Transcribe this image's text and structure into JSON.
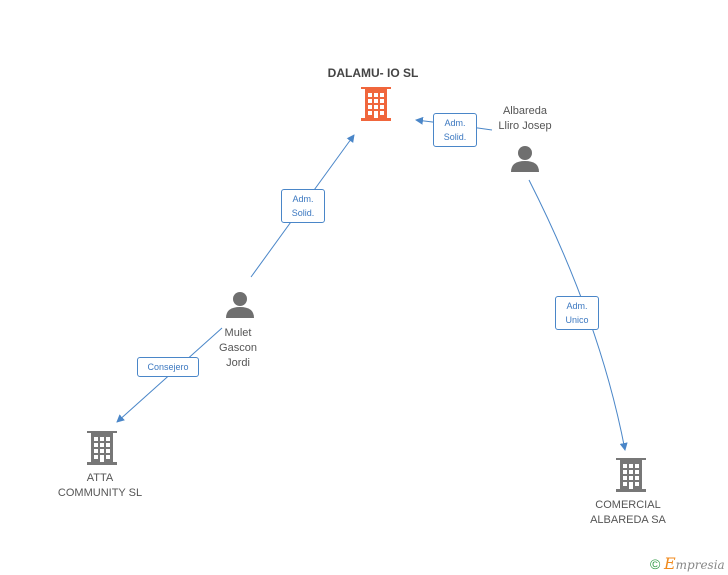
{
  "colors": {
    "main_company": "#f0663c",
    "company": "#777777",
    "person": "#6f6f6f",
    "edge": "#4a86c8"
  },
  "nodes": {
    "main": {
      "label": "DALAMU- IO SL",
      "icon": "building-icon"
    },
    "albareda": {
      "label_line1": "Albareda",
      "label_line2": "Lliro Josep",
      "icon": "person-icon"
    },
    "mulet": {
      "label_line1": "Mulet",
      "label_line2": "Gascon",
      "label_line3": "Jordi",
      "icon": "person-icon"
    },
    "atta": {
      "label_line1": "ATTA",
      "label_line2": "COMMUNITY SL",
      "icon": "building-icon"
    },
    "comercial": {
      "label_line1": "COMERCIAL",
      "label_line2": "ALBAREDA SA",
      "icon": "building-icon"
    }
  },
  "edges": {
    "albareda_main": {
      "line1": "Adm.",
      "line2": "Solid."
    },
    "mulet_main": {
      "line1": "Adm.",
      "line2": "Solid."
    },
    "mulet_atta": {
      "line1": "Consejero"
    },
    "albareda_comercial": {
      "line1": "Adm.",
      "line2": "Unico"
    }
  },
  "footer": {
    "copyright": "©",
    "brand_first": "E",
    "brand_rest": "mpresia"
  }
}
